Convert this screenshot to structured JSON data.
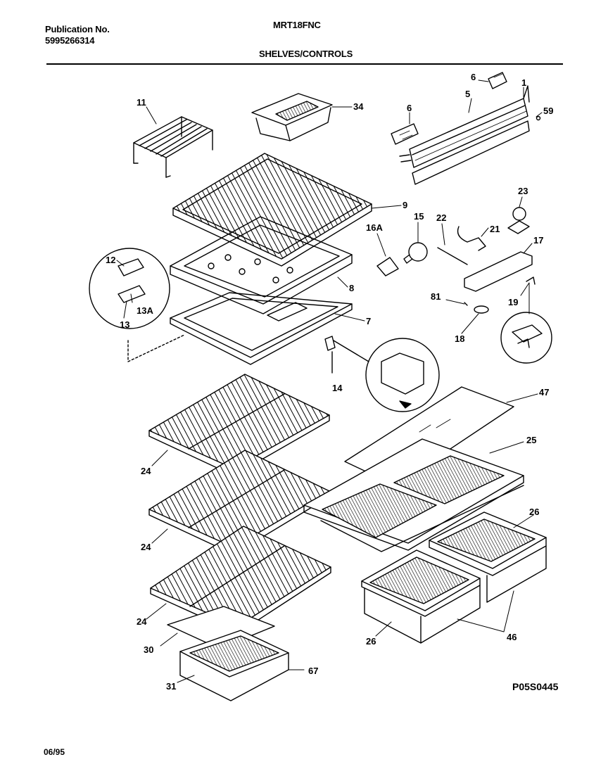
{
  "header": {
    "publication_label": "Publication No.",
    "publication_number": "5995266314",
    "model": "MRT18FNC",
    "section_title": "SHELVES/CONTROLS"
  },
  "callouts": {
    "c1": "1",
    "c5": "5",
    "c6a": "6",
    "c6b": "6",
    "c59": "59",
    "c11": "11",
    "c34": "34",
    "c9": "9",
    "c8": "8",
    "c7": "7",
    "c12": "12",
    "c13": "13",
    "c13a": "13A",
    "c14": "14",
    "c15": "15",
    "c16a": "16A",
    "c17": "17",
    "c18": "18",
    "c19": "19",
    "c21": "21",
    "c22": "22",
    "c23": "23",
    "c81": "81",
    "c47": "47",
    "c25": "25",
    "c26a": "26",
    "c26b": "26",
    "c46": "46",
    "c24a": "24",
    "c24b": "24",
    "c24c": "24",
    "c30": "30",
    "c31": "31",
    "c67": "67"
  },
  "footer": {
    "diagram_code": "P05S0445",
    "date": "06/95"
  }
}
